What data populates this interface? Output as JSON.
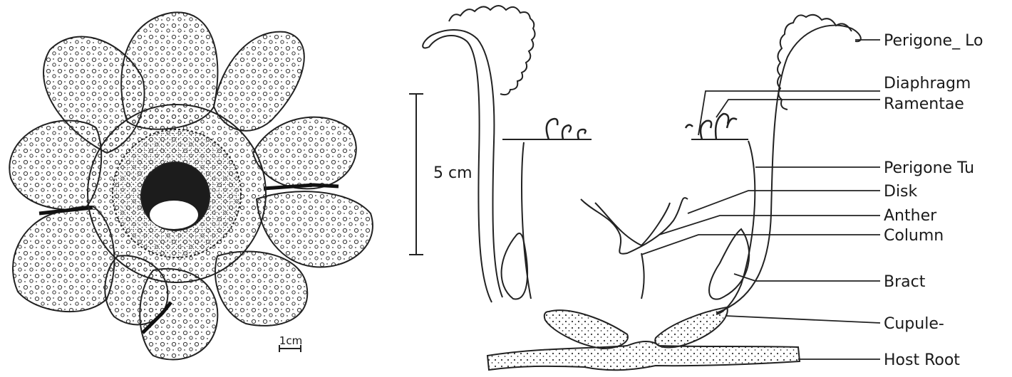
{
  "scale_bars": {
    "flower": "1cm",
    "section": "5 cm"
  },
  "labels": {
    "perigone_lobe": "Perigone_ Lo",
    "diaphragm": "Diaphragm",
    "ramentae": "Ramentae",
    "perigone_tube": "Perigone Tu",
    "disk": "Disk",
    "anther": "Anther",
    "column": "Column",
    "bract": "Bract",
    "cupule": "Cupule-",
    "host_root": "Host Root"
  }
}
